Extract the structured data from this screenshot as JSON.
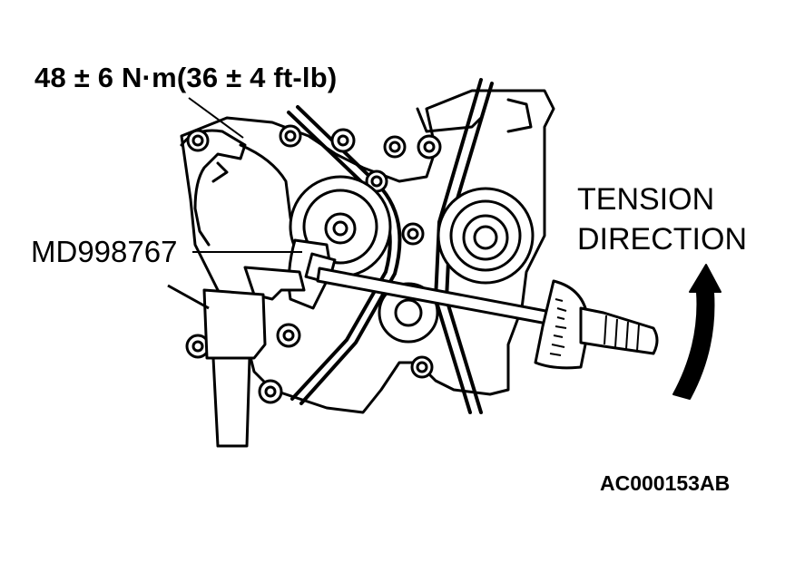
{
  "labels": {
    "torque_spec": "48 ± 6 N·m(36 ± 4 ft-lb)",
    "special_tool": "MD998767",
    "tension_line1": "TENSION",
    "tension_line2": "DIRECTION",
    "figure_id": "AC000153AB"
  },
  "colors": {
    "ink": "#000000",
    "paper": "#ffffff"
  },
  "icons": {
    "arrow": "curved-arrow-icon",
    "scale": "torque-scale-icon"
  }
}
